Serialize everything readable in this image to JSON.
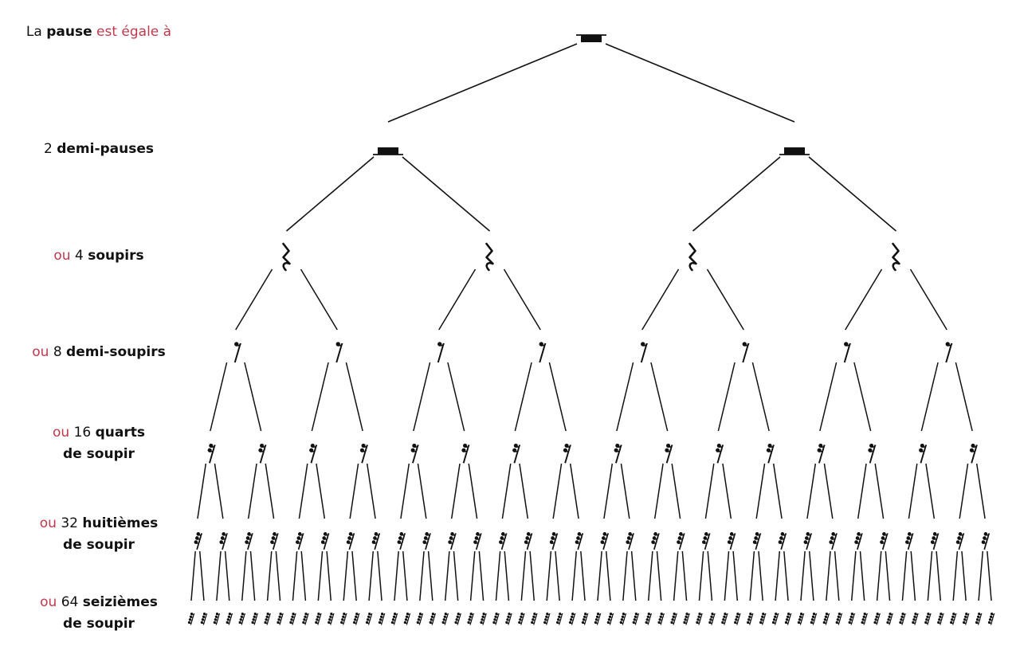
{
  "colors": {
    "accent": "#c0394b",
    "text": "#111111",
    "line": "#111111"
  },
  "labels": {
    "l0": {
      "a": "La ",
      "b": "pause",
      "c": " est égale à"
    },
    "l1": {
      "a": "2 ",
      "b": "demi-pauses"
    },
    "l2": {
      "a": "ou",
      "b": " 4 ",
      "c": "soupirs"
    },
    "l3": {
      "a": "ou",
      "b": " 8 ",
      "c": "demi-soupirs"
    },
    "l4": {
      "a": "ou",
      "b": " 16 ",
      "c": "quarts",
      "d": "de soupir"
    },
    "l5": {
      "a": "ou",
      "b": " 32 ",
      "c": "huitièmes",
      "d": "de soupir"
    },
    "l6": {
      "a": "ou",
      "b": " 64 ",
      "c": "seizièmes",
      "d": "de soupir"
    }
  },
  "levels": [
    {
      "count": 1,
      "symbol": "pause-icon"
    },
    {
      "count": 2,
      "symbol": "demi-pause-icon"
    },
    {
      "count": 4,
      "symbol": "soupir-icon"
    },
    {
      "count": 8,
      "symbol": "demi-soupir-icon"
    },
    {
      "count": 16,
      "symbol": "quart-de-soupir-icon"
    },
    {
      "count": 32,
      "symbol": "huitieme-de-soupir-icon"
    },
    {
      "count": 64,
      "symbol": "seizieme-de-soupir-icon"
    }
  ]
}
